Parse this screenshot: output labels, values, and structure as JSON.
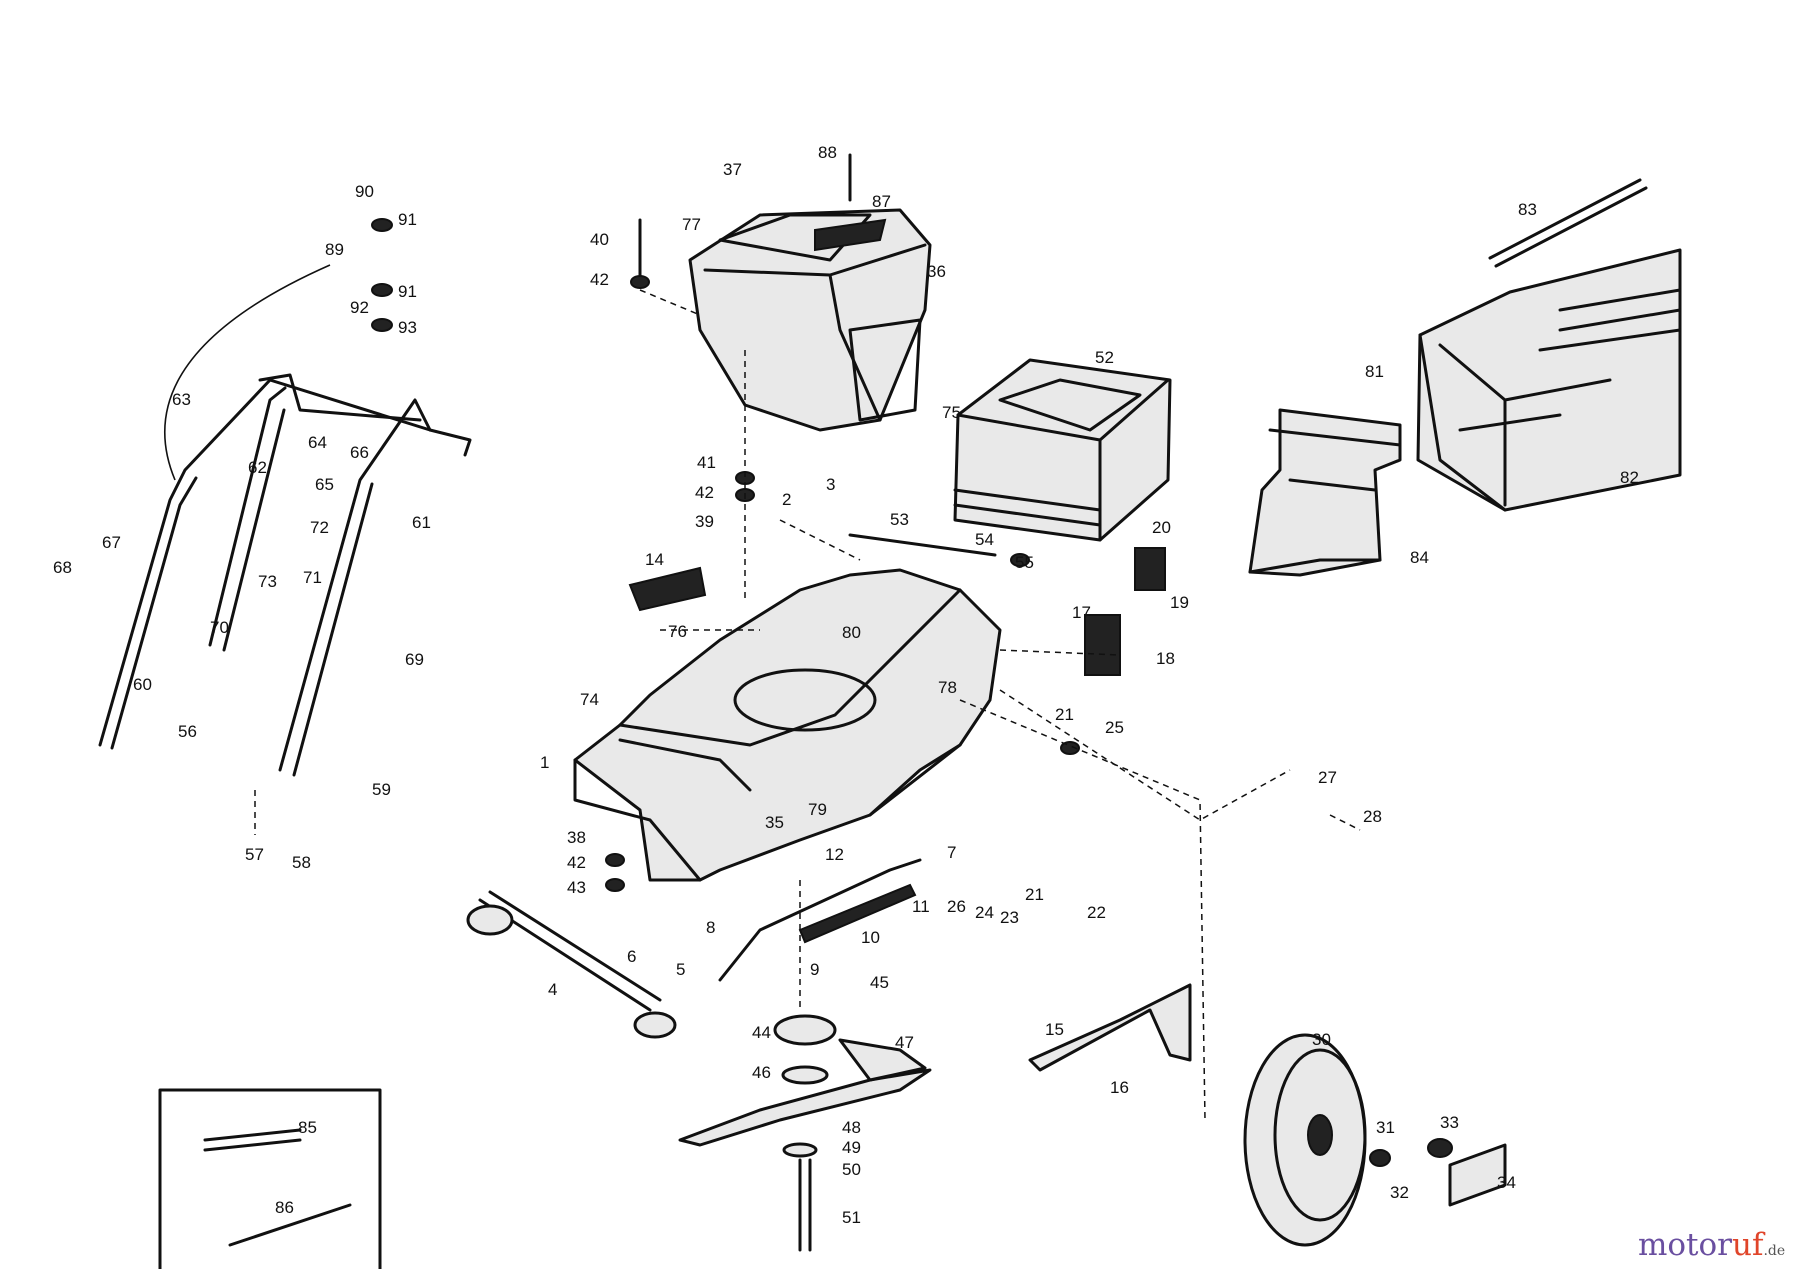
{
  "diagram": {
    "type": "exploded-parts-diagram",
    "callouts": [
      {
        "id": "c1",
        "text": "1"
      },
      {
        "id": "c2",
        "text": "2"
      },
      {
        "id": "c3",
        "text": "3"
      },
      {
        "id": "c4",
        "text": "4"
      },
      {
        "id": "c5",
        "text": "5"
      },
      {
        "id": "c6",
        "text": "6"
      },
      {
        "id": "c7",
        "text": "7"
      },
      {
        "id": "c8",
        "text": "8"
      },
      {
        "id": "c9",
        "text": "9"
      },
      {
        "id": "c10",
        "text": "10"
      },
      {
        "id": "c11",
        "text": "11"
      },
      {
        "id": "c12",
        "text": "12"
      },
      {
        "id": "c14",
        "text": "14"
      },
      {
        "id": "c15",
        "text": "15"
      },
      {
        "id": "c16",
        "text": "16"
      },
      {
        "id": "c17",
        "text": "17"
      },
      {
        "id": "c18",
        "text": "18"
      },
      {
        "id": "c19",
        "text": "19"
      },
      {
        "id": "c20",
        "text": "20"
      },
      {
        "id": "c21a",
        "text": "21"
      },
      {
        "id": "c21b",
        "text": "21"
      },
      {
        "id": "c22",
        "text": "22"
      },
      {
        "id": "c23",
        "text": "23"
      },
      {
        "id": "c24",
        "text": "24"
      },
      {
        "id": "c25",
        "text": "25"
      },
      {
        "id": "c26",
        "text": "26"
      },
      {
        "id": "c27",
        "text": "27"
      },
      {
        "id": "c28",
        "text": "28"
      },
      {
        "id": "c30",
        "text": "30"
      },
      {
        "id": "c31",
        "text": "31"
      },
      {
        "id": "c32",
        "text": "32"
      },
      {
        "id": "c33",
        "text": "33"
      },
      {
        "id": "c34",
        "text": "34"
      },
      {
        "id": "c35",
        "text": "35"
      },
      {
        "id": "c36",
        "text": "36"
      },
      {
        "id": "c37",
        "text": "37"
      },
      {
        "id": "c38",
        "text": "38"
      },
      {
        "id": "c39",
        "text": "39"
      },
      {
        "id": "c40",
        "text": "40"
      },
      {
        "id": "c41",
        "text": "41"
      },
      {
        "id": "c42a",
        "text": "42"
      },
      {
        "id": "c42b",
        "text": "42"
      },
      {
        "id": "c42c",
        "text": "42"
      },
      {
        "id": "c43",
        "text": "43"
      },
      {
        "id": "c44",
        "text": "44"
      },
      {
        "id": "c45",
        "text": "45"
      },
      {
        "id": "c46",
        "text": "46"
      },
      {
        "id": "c47",
        "text": "47"
      },
      {
        "id": "c48",
        "text": "48"
      },
      {
        "id": "c49",
        "text": "49"
      },
      {
        "id": "c50",
        "text": "50"
      },
      {
        "id": "c51",
        "text": "51"
      },
      {
        "id": "c52",
        "text": "52"
      },
      {
        "id": "c53",
        "text": "53"
      },
      {
        "id": "c54",
        "text": "54"
      },
      {
        "id": "c55",
        "text": "55"
      },
      {
        "id": "c56",
        "text": "56"
      },
      {
        "id": "c57",
        "text": "57"
      },
      {
        "id": "c58",
        "text": "58"
      },
      {
        "id": "c59",
        "text": "59"
      },
      {
        "id": "c60",
        "text": "60"
      },
      {
        "id": "c61",
        "text": "61"
      },
      {
        "id": "c62",
        "text": "62"
      },
      {
        "id": "c63",
        "text": "63"
      },
      {
        "id": "c64",
        "text": "64"
      },
      {
        "id": "c65",
        "text": "65"
      },
      {
        "id": "c66",
        "text": "66"
      },
      {
        "id": "c67",
        "text": "67"
      },
      {
        "id": "c68",
        "text": "68"
      },
      {
        "id": "c69",
        "text": "69"
      },
      {
        "id": "c70",
        "text": "70"
      },
      {
        "id": "c71",
        "text": "71"
      },
      {
        "id": "c72",
        "text": "72"
      },
      {
        "id": "c73",
        "text": "73"
      },
      {
        "id": "c74",
        "text": "74"
      },
      {
        "id": "c75",
        "text": "75"
      },
      {
        "id": "c76",
        "text": "76"
      },
      {
        "id": "c77",
        "text": "77"
      },
      {
        "id": "c78",
        "text": "78"
      },
      {
        "id": "c79",
        "text": "79"
      },
      {
        "id": "c80",
        "text": "80"
      },
      {
        "id": "c81",
        "text": "81"
      },
      {
        "id": "c82",
        "text": "82"
      },
      {
        "id": "c83",
        "text": "83"
      },
      {
        "id": "c84",
        "text": "84"
      },
      {
        "id": "c85",
        "text": "85"
      },
      {
        "id": "c86",
        "text": "86"
      },
      {
        "id": "c87",
        "text": "87"
      },
      {
        "id": "c88",
        "text": "88"
      },
      {
        "id": "c89",
        "text": "89"
      },
      {
        "id": "c90",
        "text": "90"
      },
      {
        "id": "c91a",
        "text": "91"
      },
      {
        "id": "c91b",
        "text": "91"
      },
      {
        "id": "c92",
        "text": "92"
      },
      {
        "id": "c93",
        "text": "93"
      }
    ]
  },
  "watermark": {
    "part1": "motor",
    "part2": "uf",
    "suffix": ".de"
  },
  "colors": {
    "ink": "#111111",
    "background": "#ffffff",
    "watermark_purple": "#6a4fa0",
    "watermark_red": "#e0452a"
  }
}
